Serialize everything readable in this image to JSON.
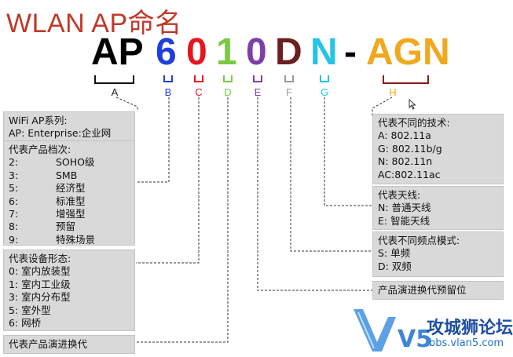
{
  "title": "WLAN AP命名",
  "code": [
    {
      "char": "AP",
      "color": "#000000"
    },
    {
      "char": "6",
      "color": "#1f3fd8"
    },
    {
      "char": "0",
      "color": "#e8141e"
    },
    {
      "char": "1",
      "color": "#7ac943"
    },
    {
      "char": "0",
      "color": "#7e3fa8"
    },
    {
      "char": "D",
      "color": "#6b1f1f"
    },
    {
      "char": "N",
      "color": "#25c4e8"
    },
    {
      "char": "-",
      "color": "#000000"
    },
    {
      "char": "AGN",
      "color": "#f0a81e"
    }
  ],
  "letters": [
    {
      "label": "A",
      "color": "#222222"
    },
    {
      "label": "B",
      "color": "#1f3fd8"
    },
    {
      "label": "C",
      "color": "#e8141e"
    },
    {
      "label": "D",
      "color": "#7ac943"
    },
    {
      "label": "E",
      "color": "#7e3fa8"
    },
    {
      "label": "F",
      "color": "#999999"
    },
    {
      "label": "G",
      "color": "#25c4e8"
    },
    {
      "label": "H",
      "color": "#f0a81e"
    }
  ],
  "boxes": {
    "series": {
      "lines": [
        "WiFi AP系列:",
        "AP: Enterprise:企业网"
      ]
    },
    "grade": {
      "header": "代表产品档次:",
      "items": [
        {
          "k": "2:",
          "v": "SOHO级"
        },
        {
          "k": "3:",
          "v": "SMB"
        },
        {
          "k": "5:",
          "v": "经济型"
        },
        {
          "k": "6:",
          "v": "标准型"
        },
        {
          "k": "7:",
          "v": "增强型"
        },
        {
          "k": "8:",
          "v": "预留"
        },
        {
          "k": "9:",
          "v": "特殊场景"
        }
      ]
    },
    "form": {
      "header": "代表设备形态:",
      "items": [
        "0: 室内放装型",
        "1: 室内工业级",
        "3: 室内分布型",
        "5: 室外型",
        "6: 网桥"
      ]
    },
    "evolution": {
      "text": "代表产品演进换代"
    },
    "tech": {
      "header": "代表不同的技术:",
      "items": [
        "A:  802.11a",
        "G:  802.11b/g",
        "N:  802.11n",
        "AC:802.11ac"
      ]
    },
    "antenna": {
      "header": "代表天线:",
      "items": [
        "N:  普通天线",
        "E:  智能天线"
      ]
    },
    "band": {
      "header": "代表不同频点模式:",
      "items": [
        "S:  单频",
        "D:  双频"
      ]
    },
    "reserve": {
      "text": "产品演进换代预留位"
    }
  },
  "watermark": {
    "text": "攻城狮论坛",
    "url": "bbs.vlan5.com",
    "logo": "V5"
  }
}
